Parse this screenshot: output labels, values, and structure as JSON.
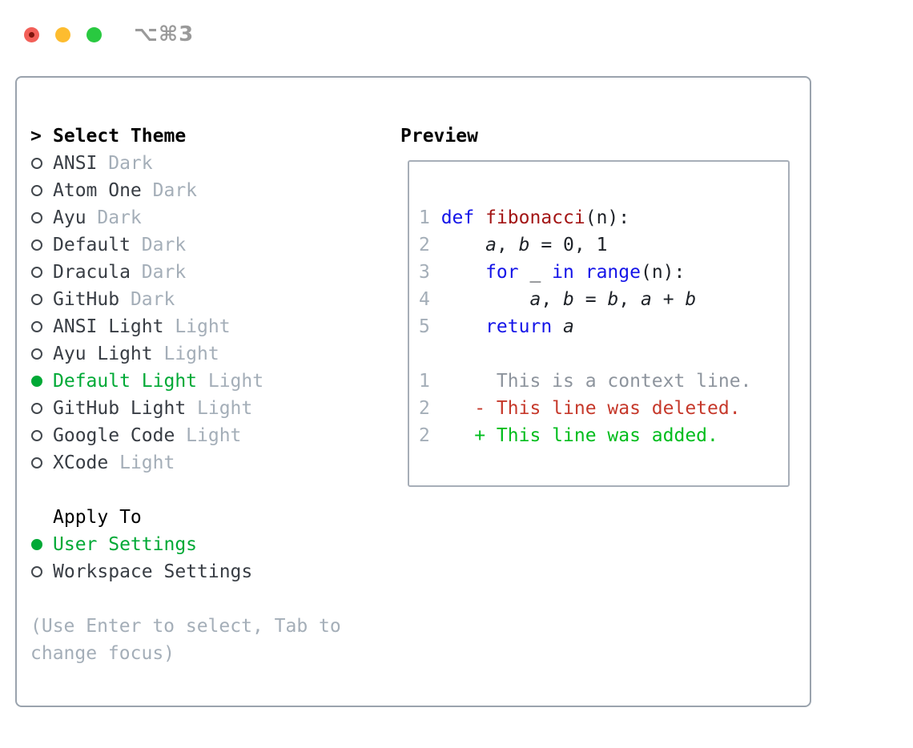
{
  "titlebar": {
    "shortcut": "⌥⌘3"
  },
  "panel": {
    "select_theme": {
      "prompt": ">",
      "title": "Select Theme",
      "items": [
        {
          "name": "ANSI",
          "variant": "Dark",
          "selected": false
        },
        {
          "name": "Atom One",
          "variant": "Dark",
          "selected": false
        },
        {
          "name": "Ayu",
          "variant": "Dark",
          "selected": false
        },
        {
          "name": "Default",
          "variant": "Dark",
          "selected": false
        },
        {
          "name": "Dracula",
          "variant": "Dark",
          "selected": false
        },
        {
          "name": "GitHub",
          "variant": "Dark",
          "selected": false
        },
        {
          "name": "ANSI Light",
          "variant": "Light",
          "selected": false
        },
        {
          "name": "Ayu Light",
          "variant": "Light",
          "selected": false
        },
        {
          "name": "Default Light",
          "variant": "Light",
          "selected": true
        },
        {
          "name": "GitHub Light",
          "variant": "Light",
          "selected": false
        },
        {
          "name": "Google Code",
          "variant": "Light",
          "selected": false
        },
        {
          "name": "XCode",
          "variant": "Light",
          "selected": false
        }
      ]
    },
    "apply_to": {
      "title": "Apply To",
      "options": [
        {
          "label": "User Settings",
          "selected": true
        },
        {
          "label": "Workspace Settings",
          "selected": false
        }
      ]
    },
    "help": {
      "line1": "(Use Enter to select, Tab to",
      "line2": "change focus)"
    }
  },
  "preview": {
    "title": "Preview",
    "code_lines": [
      {
        "num": "1",
        "tokens": [
          [
            "def",
            "kw"
          ],
          [
            " ",
            "pl"
          ],
          [
            "fibonacci",
            "fn"
          ],
          [
            "(n):",
            "pl"
          ]
        ]
      },
      {
        "num": "2",
        "tokens": [
          [
            "    ",
            "pl"
          ],
          [
            "a",
            "id"
          ],
          [
            ", ",
            "pl"
          ],
          [
            "b",
            "id"
          ],
          [
            " = 0, 1",
            "pl"
          ]
        ]
      },
      {
        "num": "3",
        "tokens": [
          [
            "    ",
            "pl"
          ],
          [
            "for",
            "kw"
          ],
          [
            " _ ",
            "pl"
          ],
          [
            "in",
            "kw"
          ],
          [
            " ",
            "pl"
          ],
          [
            "range",
            "kw"
          ],
          [
            "(n):",
            "pl"
          ]
        ]
      },
      {
        "num": "4",
        "tokens": [
          [
            "        ",
            "pl"
          ],
          [
            "a",
            "id"
          ],
          [
            ", ",
            "pl"
          ],
          [
            "b",
            "id"
          ],
          [
            " = ",
            "pl"
          ],
          [
            "b",
            "id"
          ],
          [
            ", ",
            "pl"
          ],
          [
            "a",
            "id"
          ],
          [
            " + ",
            "pl"
          ],
          [
            "b",
            "id"
          ]
        ]
      },
      {
        "num": "5",
        "tokens": [
          [
            "    ",
            "pl"
          ],
          [
            "return",
            "kw"
          ],
          [
            " ",
            "pl"
          ],
          [
            "a",
            "id"
          ]
        ]
      }
    ],
    "diff_lines": [
      {
        "num": "1",
        "kind": "ctx",
        "text": "     This is a context line."
      },
      {
        "num": "2",
        "kind": "del",
        "text": "   - This line was deleted."
      },
      {
        "num": "2",
        "kind": "add",
        "text": "   + This line was added."
      }
    ]
  },
  "colors": {
    "accent_green": "#00a936",
    "keyword_blue": "#1414e8",
    "function_red": "#a31515",
    "diff_red": "#c6392b",
    "diff_green": "#00bd1d",
    "muted_gray": "#a4aeb8",
    "panel_border": "#9aa3ad",
    "traffic_red": "#f25f58",
    "traffic_yellow": "#fdbc2f",
    "traffic_green": "#29c940"
  }
}
